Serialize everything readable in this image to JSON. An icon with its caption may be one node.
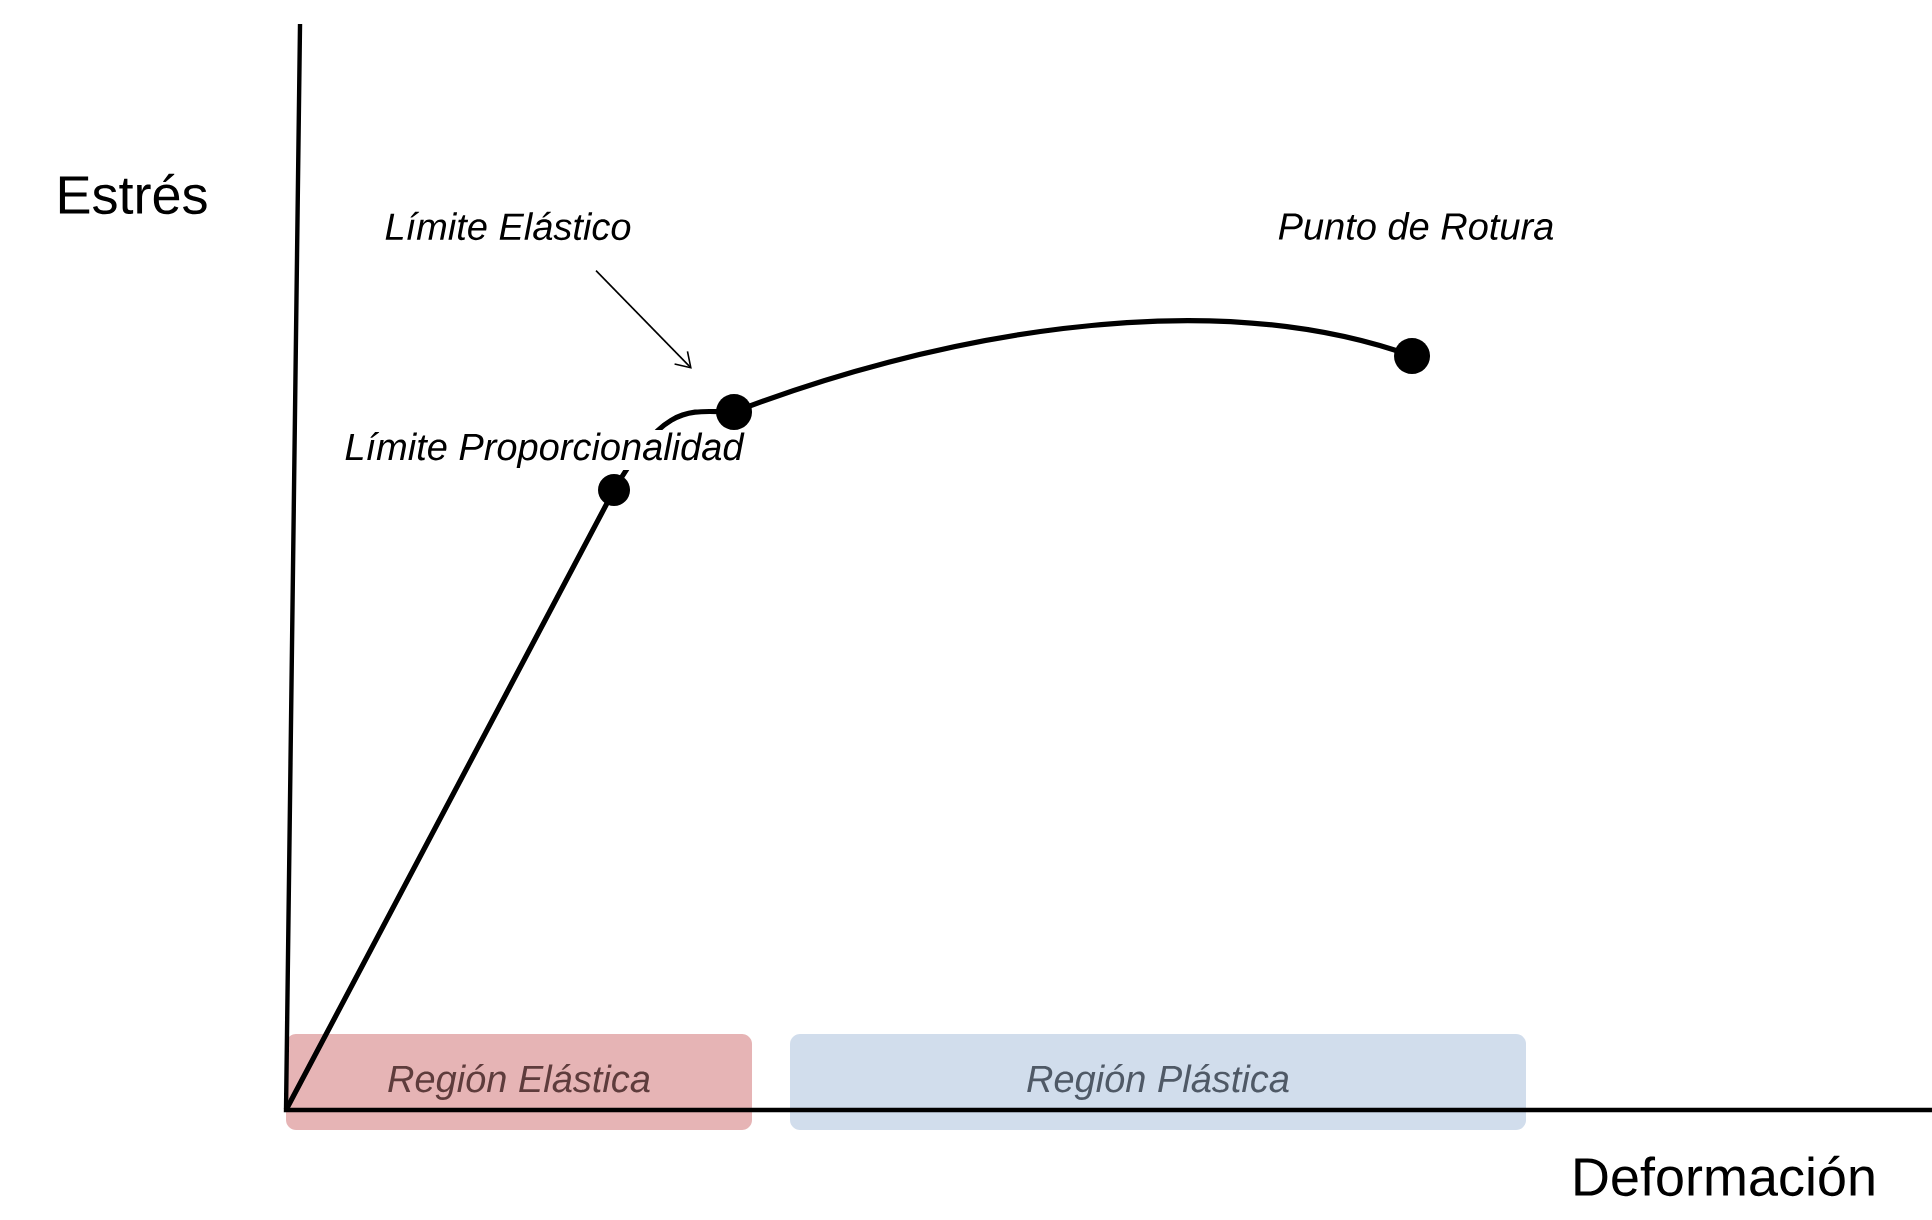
{
  "diagram": {
    "nodes": [
      {
        "text": [
          "Límite Elástico"
        ]
      },
      {
        "text": [],
        "shape": "circle"
      },
      {
        "text": [],
        "shape": "circle"
      },
      {
        "text": [],
        "shape": "circle"
      },
      {
        "text": [
          "Región Elástica"
        ]
      },
      {
        "text": [
          "Región Plástica"
        ]
      }
    ],
    "edges": [
      {
        "from": 0,
        "to": 2,
        "arrow": "to"
      }
    ],
    "labels": [
      "Estrés",
      "Punto de Rotura",
      "Límite Proporcionalidad",
      "Deformación"
    ]
  }
}
